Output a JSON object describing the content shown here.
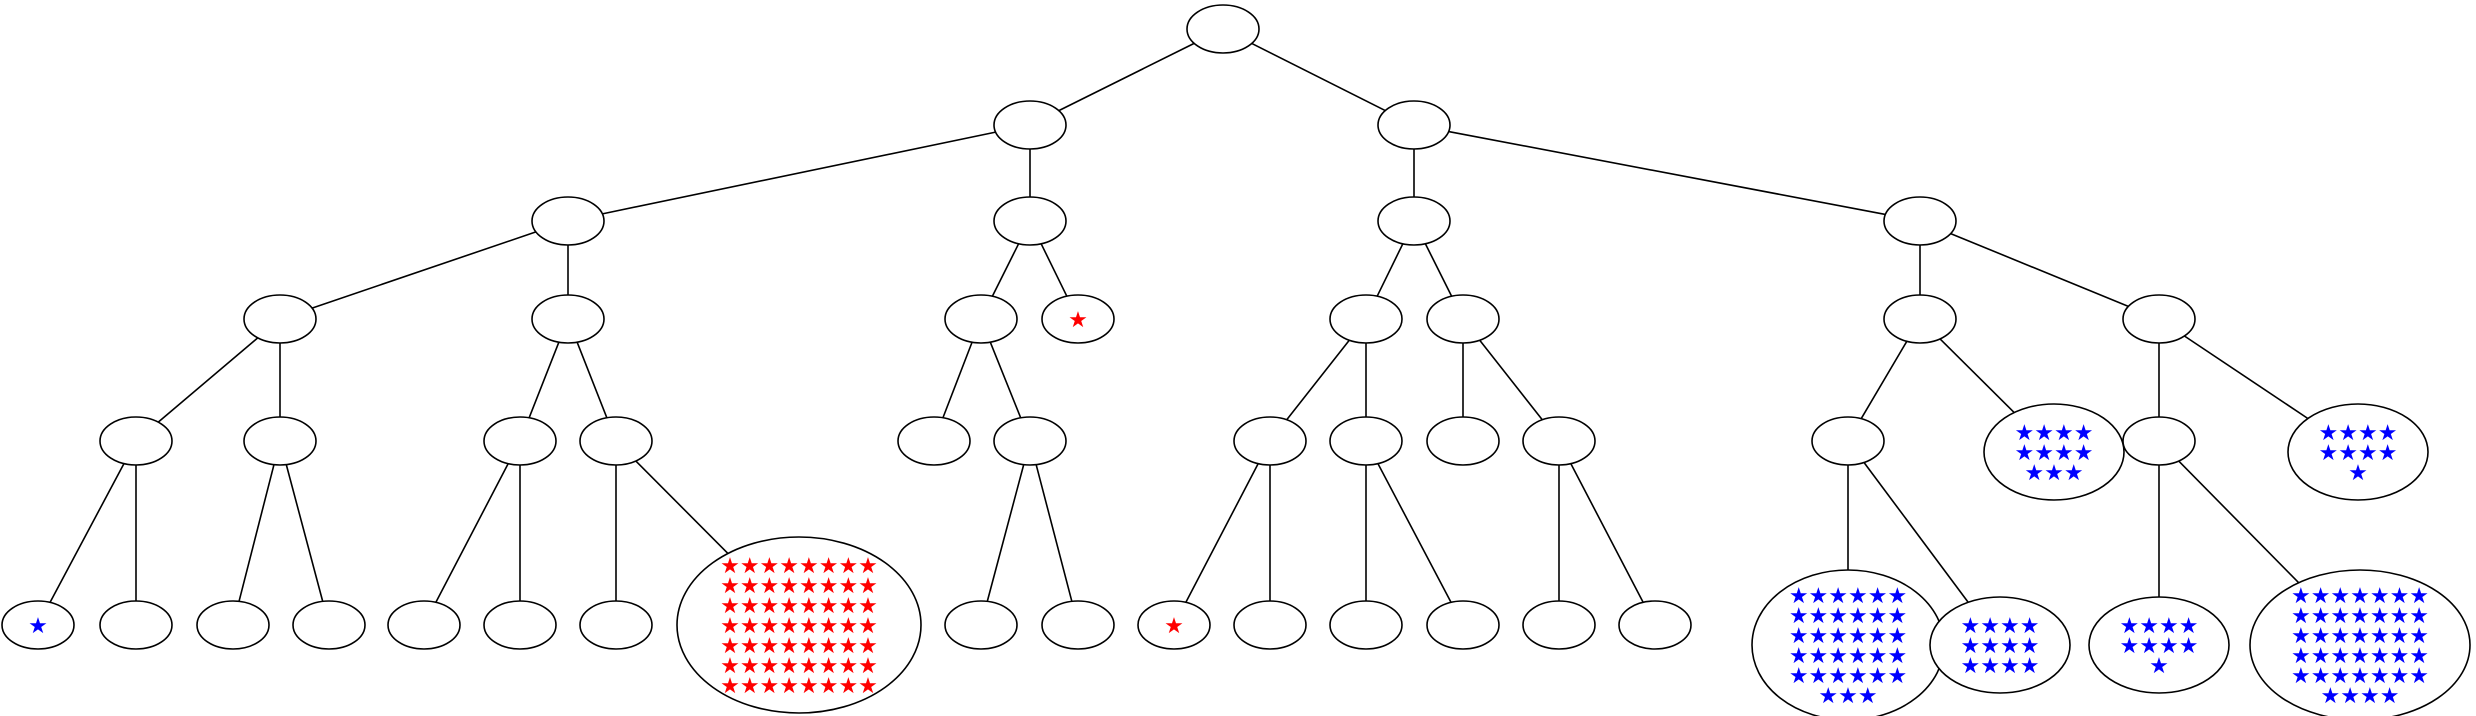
{
  "star_glyph": "★",
  "colors": {
    "red": "#ff0000",
    "blue": "#0000ff"
  },
  "tree": {
    "id": "root",
    "children": [
      {
        "id": "L",
        "children": [
          {
            "id": "LL",
            "children": [
              {
                "id": "LLL",
                "children": [
                  {
                    "id": "LLLL",
                    "children": [
                      {
                        "id": "LLLLL",
                        "stars": {
                          "color": "blue",
                          "rows": [
                            1
                          ]
                        }
                      },
                      {
                        "id": "LLLLR"
                      }
                    ]
                  },
                  {
                    "id": "LLLR",
                    "children": [
                      {
                        "id": "LLLRL"
                      },
                      {
                        "id": "LLLRR"
                      }
                    ]
                  }
                ]
              },
              {
                "id": "LLR",
                "children": [
                  {
                    "id": "LLRL",
                    "children": [
                      {
                        "id": "LLRLL"
                      },
                      {
                        "id": "LLRLR"
                      }
                    ]
                  },
                  {
                    "id": "LLRR",
                    "children": [
                      {
                        "id": "LLRRL"
                      },
                      {
                        "id": "LLRRR",
                        "stars": {
                          "color": "red",
                          "rows": [
                            8,
                            8,
                            8,
                            8,
                            8,
                            8,
                            8
                          ]
                        }
                      }
                    ]
                  }
                ]
              }
            ]
          },
          {
            "id": "LR",
            "children": [
              {
                "id": "LRL",
                "children": [
                  {
                    "id": "LRLL"
                  },
                  {
                    "id": "LRLR",
                    "children": [
                      {
                        "id": "LRLRL"
                      },
                      {
                        "id": "LRLRR"
                      }
                    ]
                  }
                ]
              },
              {
                "id": "LRR",
                "stars": {
                  "color": "red",
                  "rows": [
                    1
                  ]
                }
              }
            ]
          }
        ]
      },
      {
        "id": "R",
        "children": [
          {
            "id": "RL",
            "children": [
              {
                "id": "RLL",
                "children": [
                  {
                    "id": "RLLL",
                    "children": [
                      {
                        "id": "RLLLL",
                        "stars": {
                          "color": "red",
                          "rows": [
                            1
                          ]
                        }
                      },
                      {
                        "id": "RLLLR"
                      }
                    ]
                  },
                  {
                    "id": "RLLR",
                    "children": [
                      {
                        "id": "RLLRL"
                      },
                      {
                        "id": "RLLRR"
                      }
                    ]
                  }
                ]
              },
              {
                "id": "RLR",
                "children": [
                  {
                    "id": "RLRL"
                  },
                  {
                    "id": "RLRR",
                    "children": [
                      {
                        "id": "RLRRL"
                      },
                      {
                        "id": "RLRRR"
                      }
                    ]
                  }
                ]
              }
            ]
          },
          {
            "id": "RR",
            "children": [
              {
                "id": "RRL",
                "children": [
                  {
                    "id": "RRLL",
                    "children": [
                      {
                        "id": "RRLLL",
                        "stars": {
                          "color": "blue",
                          "rows": [
                            6,
                            6,
                            6,
                            6,
                            6,
                            3
                          ]
                        }
                      },
                      {
                        "id": "RRLLR",
                        "stars": {
                          "color": "blue",
                          "rows": [
                            4,
                            4,
                            4
                          ]
                        }
                      }
                    ]
                  },
                  {
                    "id": "RRLR",
                    "stars": {
                      "color": "blue",
                      "rows": [
                        4,
                        4,
                        3
                      ]
                    }
                  }
                ]
              },
              {
                "id": "RRR",
                "children": [
                  {
                    "id": "RRRL",
                    "children": [
                      {
                        "id": "RRRLL",
                        "stars": {
                          "color": "blue",
                          "rows": [
                            4,
                            4,
                            1
                          ]
                        }
                      },
                      {
                        "id": "RRRLR",
                        "stars": {
                          "color": "blue",
                          "rows": [
                            7,
                            7,
                            7,
                            7,
                            7,
                            4
                          ]
                        }
                      }
                    ]
                  },
                  {
                    "id": "RRRR",
                    "stars": {
                      "color": "blue",
                      "rows": [
                        4,
                        4,
                        1
                      ]
                    }
                  }
                ]
              }
            ]
          }
        ]
      }
    ]
  }
}
